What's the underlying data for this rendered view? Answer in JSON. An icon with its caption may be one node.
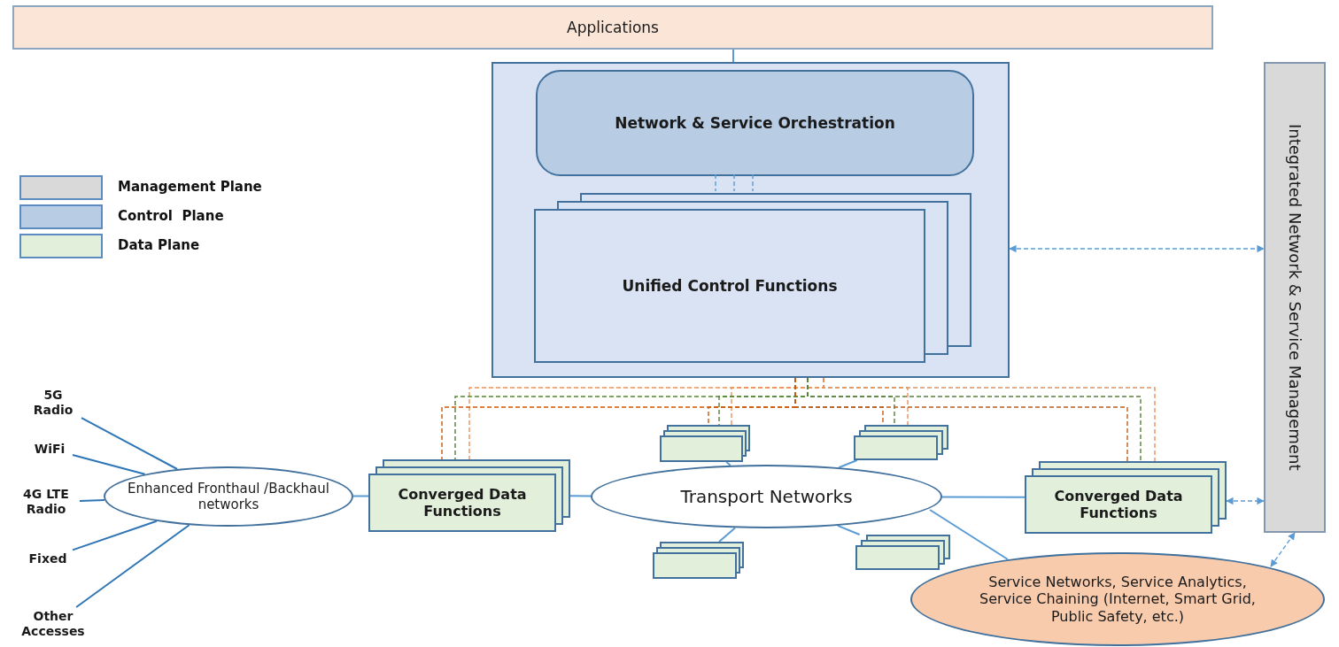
{
  "diagram": {
    "nodes": [
      {
        "text": [
          "Applications"
        ]
      },
      {
        "text": [],
        "shape": "box"
      },
      {
        "text": [
          "Network & Service Orchestration"
        ],
        "in": 1
      },
      {
        "text": [
          "Unified Control Functions"
        ],
        "in": 1
      },
      {
        "text": [
          "Integrated Network & Service Management"
        ]
      },
      {
        "text": [
          "Enhanced Fronthaul /Backhaul networks"
        ]
      },
      {
        "text": [
          "Converged Data Functions"
        ]
      },
      {
        "text": [
          "Transport Networks"
        ]
      },
      {
        "text": [
          "Converged Data Functions"
        ]
      },
      {
        "text": [
          "Service Networks, Service Analytics, Service Chaining (Internet, Smart Grid, Public Safety, etc.)"
        ]
      },
      {
        "text": [],
        "shape": "box"
      },
      {
        "text": [],
        "shape": "box"
      },
      {
        "text": [],
        "shape": "box"
      },
      {
        "text": [],
        "shape": "box"
      },
      {
        "text": [
          "5G Radio"
        ]
      },
      {
        "text": [
          "WiFi"
        ]
      },
      {
        "text": [
          "4G LTE Radio"
        ]
      },
      {
        "text": [
          "Fixed"
        ]
      },
      {
        "text": [
          "Other Accesses"
        ]
      }
    ],
    "edges": [
      {
        "from": 0,
        "to": 1,
        "arrow": "none"
      },
      {
        "from": 1,
        "to": 4,
        "arrow": "both",
        "style": "dashed"
      },
      {
        "from": 2,
        "to": 3,
        "arrow": "none",
        "style": "dashed"
      },
      {
        "from": 2,
        "to": 3,
        "arrow": "none",
        "style": "dashed"
      },
      {
        "from": 2,
        "to": 3,
        "arrow": "none",
        "style": "dashed"
      },
      {
        "from": 1,
        "to": 6,
        "arrow": "none",
        "style": "dashed",
        "color": "#e8915a"
      },
      {
        "from": 1,
        "to": 6,
        "arrow": "none",
        "style": "dashed",
        "color": "#548235"
      },
      {
        "from": 1,
        "to": 6,
        "arrow": "none",
        "style": "dashed",
        "color": "#c55a11"
      },
      {
        "from": 1,
        "to": 10,
        "arrow": "none",
        "style": "dashed",
        "color": "#e8915a"
      },
      {
        "from": 1,
        "to": 10,
        "arrow": "none",
        "style": "dashed",
        "color": "#548235"
      },
      {
        "from": 1,
        "to": 10,
        "arrow": "none",
        "style": "dashed",
        "color": "#c55a11"
      },
      {
        "from": 1,
        "to": 11,
        "arrow": "none",
        "style": "dashed",
        "color": "#e8915a"
      },
      {
        "from": 1,
        "to": 11,
        "arrow": "none",
        "style": "dashed",
        "color": "#548235"
      },
      {
        "from": 1,
        "to": 11,
        "arrow": "none",
        "style": "dashed",
        "color": "#c55a11"
      },
      {
        "from": 1,
        "to": 8,
        "arrow": "none",
        "style": "dashed",
        "color": "#e8915a"
      },
      {
        "from": 1,
        "to": 8,
        "arrow": "none",
        "style": "dashed",
        "color": "#548235"
      },
      {
        "from": 1,
        "to": 8,
        "arrow": "none",
        "style": "dashed",
        "color": "#c55a11"
      },
      {
        "from": 14,
        "to": 5,
        "arrow": "none",
        "color": "#2e75b6"
      },
      {
        "from": 15,
        "to": 5,
        "arrow": "none",
        "color": "#2e75b6"
      },
      {
        "from": 16,
        "to": 5,
        "arrow": "none",
        "color": "#2e75b6"
      },
      {
        "from": 17,
        "to": 5,
        "arrow": "none",
        "color": "#2e75b6"
      },
      {
        "from": 18,
        "to": 5,
        "arrow": "none",
        "color": "#2e75b6"
      },
      {
        "from": 5,
        "to": 6,
        "arrow": "none"
      },
      {
        "from": 6,
        "to": 7,
        "arrow": "none"
      },
      {
        "from": 7,
        "to": 8,
        "arrow": "none"
      },
      {
        "from": 7,
        "to": 10,
        "arrow": "none"
      },
      {
        "from": 7,
        "to": 11,
        "arrow": "none"
      },
      {
        "from": 7,
        "to": 12,
        "arrow": "none"
      },
      {
        "from": 7,
        "to": 13,
        "arrow": "none"
      },
      {
        "from": 7,
        "to": 9,
        "arrow": "none"
      },
      {
        "from": 8,
        "to": 4,
        "arrow": "both",
        "style": "dashed"
      },
      {
        "from": 9,
        "to": 4,
        "arrow": "both",
        "style": "dashed"
      }
    ],
    "legend": [
      {
        "text": "Management Plane",
        "color": "#d9d9d9"
      },
      {
        "text": "Control  Plane",
        "color": "#b8cce4"
      },
      {
        "text": "Data Plane",
        "color": "#e2efda"
      }
    ]
  }
}
